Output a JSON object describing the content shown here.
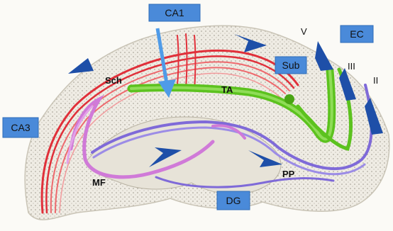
{
  "colors": {
    "schaffer": "#e0303a",
    "temporoammonic": "#5cc21e",
    "perforant": "#7f6ad8",
    "mossy": "#d07ad8",
    "label_box": "#4a8ad9",
    "arrow": "#1e4fa8",
    "tissue": "#ece9e0"
  },
  "labels": {
    "ca1": "CA1",
    "ca3": "CA3",
    "dg": "DG",
    "ec": "EC",
    "sub": "Sub",
    "sch": "Sch",
    "ta": "TA",
    "mf": "MF",
    "pp": "PP",
    "layer_v": "V",
    "layer_iii": "III",
    "layer_ii": "II"
  }
}
